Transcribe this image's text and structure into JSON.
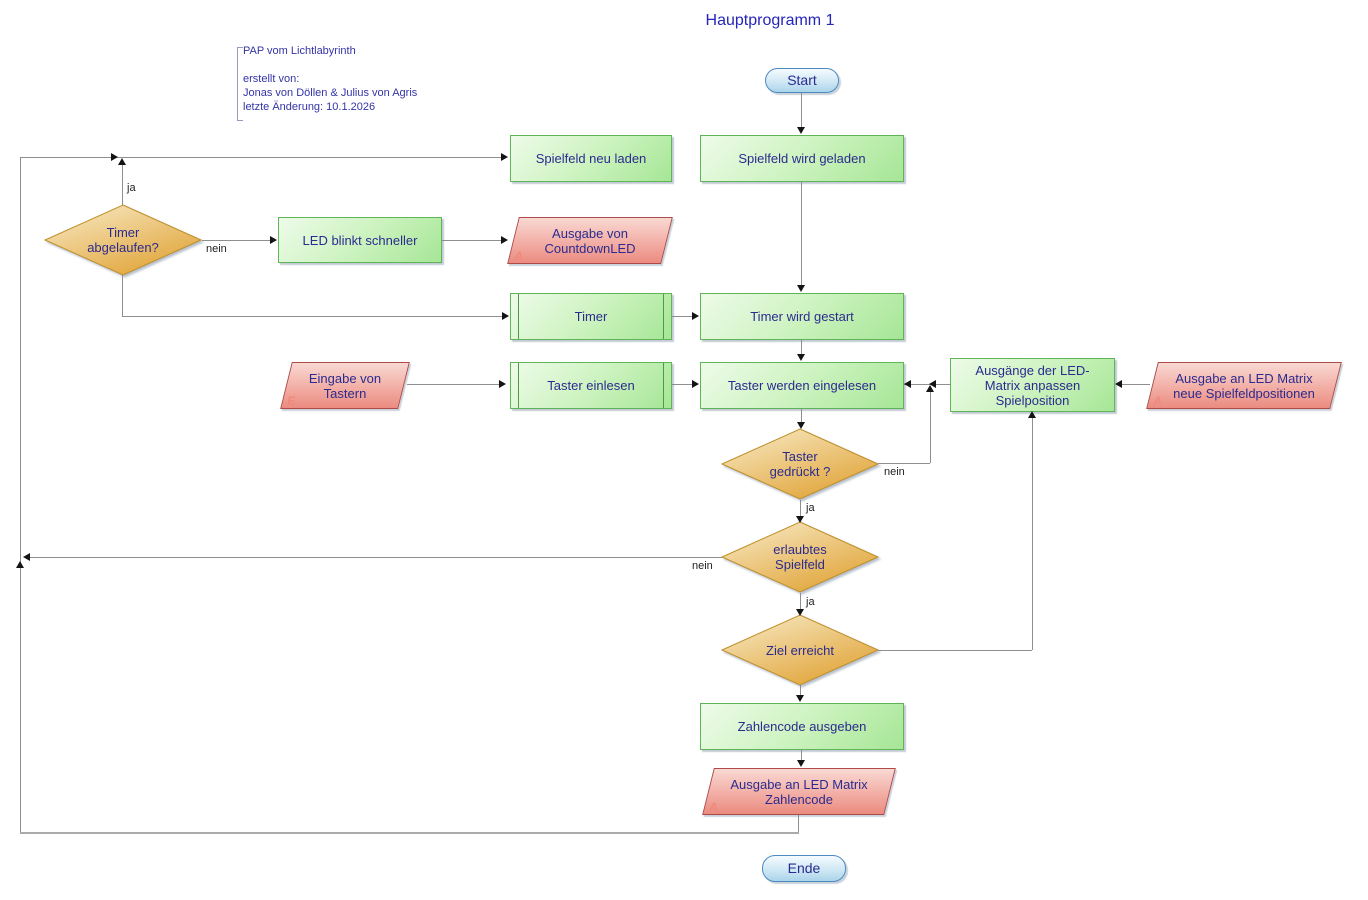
{
  "title": "Hauptprogramm 1",
  "comment": {
    "text": "PAP vom Lichtlabyrinth\n\nerstellt von:\nJonas von Döllen & Julius von Agris\nletzte Änderung: 10.1.2026"
  },
  "nodes": {
    "start": {
      "label": "Start",
      "type": "terminator"
    },
    "spielfeld_neu_laden": {
      "label": "Spielfeld neu laden",
      "type": "process"
    },
    "spielfeld_wird_geladen": {
      "label": "Spielfeld wird geladen",
      "type": "process"
    },
    "timer_abgelaufen": {
      "label": "Timer\nabgelaufen?",
      "type": "decision"
    },
    "led_blinkt_schneller": {
      "label": "LED blinkt schneller",
      "type": "process"
    },
    "ausgabe_countdownled": {
      "label": "Ausgabe von\nCountdownLED",
      "corner": "A",
      "type": "output"
    },
    "timer": {
      "label": "Timer",
      "type": "subroutine"
    },
    "timer_wird_gestart": {
      "label": "Timer wird gestart",
      "type": "process"
    },
    "eingabe_von_tastern": {
      "label": "Eingabe von Tastern",
      "corner": "E",
      "type": "input"
    },
    "taster_einlesen": {
      "label": "Taster einlesen",
      "type": "subroutine"
    },
    "taster_werden_eingelesen": {
      "label": "Taster werden eingelesen",
      "type": "process"
    },
    "ausgaenge_led_matrix": {
      "label": "Ausgänge der LED-\nMatrix anpassen\nSpielposition",
      "type": "process"
    },
    "ausgabe_led_matrix_neue": {
      "label": "Ausgabe an LED Matrix\nneue Spielfeldpositionen",
      "corner": "A",
      "type": "output"
    },
    "taster_gedrueckt": {
      "label": "Taster\ngedrückt ?",
      "type": "decision"
    },
    "erlaubtes_spielfeld": {
      "label": "erlaubtes\nSpielfeld",
      "type": "decision"
    },
    "ziel_erreicht": {
      "label": "Ziel erreicht",
      "type": "decision"
    },
    "zahlencode_ausgeben": {
      "label": "Zahlencode ausgeben",
      "type": "process"
    },
    "ausgabe_zahlencode": {
      "label": "Ausgabe an LED Matrix\nZahlencode",
      "corner": "A",
      "type": "output"
    },
    "ende": {
      "label": "Ende",
      "type": "terminator"
    }
  },
  "edge_labels": {
    "timer_ja": "ja",
    "timer_nein": "nein",
    "taster_gedrueckt_nein": "nein",
    "taster_gedrueckt_ja": "ja",
    "erlaubtes_spielfeld_nein": "nein",
    "erlaubtes_spielfeld_ja": "ja"
  },
  "colors": {
    "process_fill_top": "#eefbe9",
    "process_fill_bottom": "#a6e696",
    "process_border": "#5fb558",
    "decision_fill_top": "#f8ecca",
    "decision_fill_bottom": "#e1a53a",
    "decision_border": "#bf8f2a",
    "io_fill_top": "#f9d9d3",
    "io_fill_bottom": "#eb8b80",
    "io_border": "#b04a48",
    "terminator_fill": "#cfe8f5",
    "terminator_border": "#4d8ac2",
    "text": "#2b2b8f",
    "title_text": "#2525bb",
    "line": "#8f8f8f",
    "arrow": "#141414"
  }
}
